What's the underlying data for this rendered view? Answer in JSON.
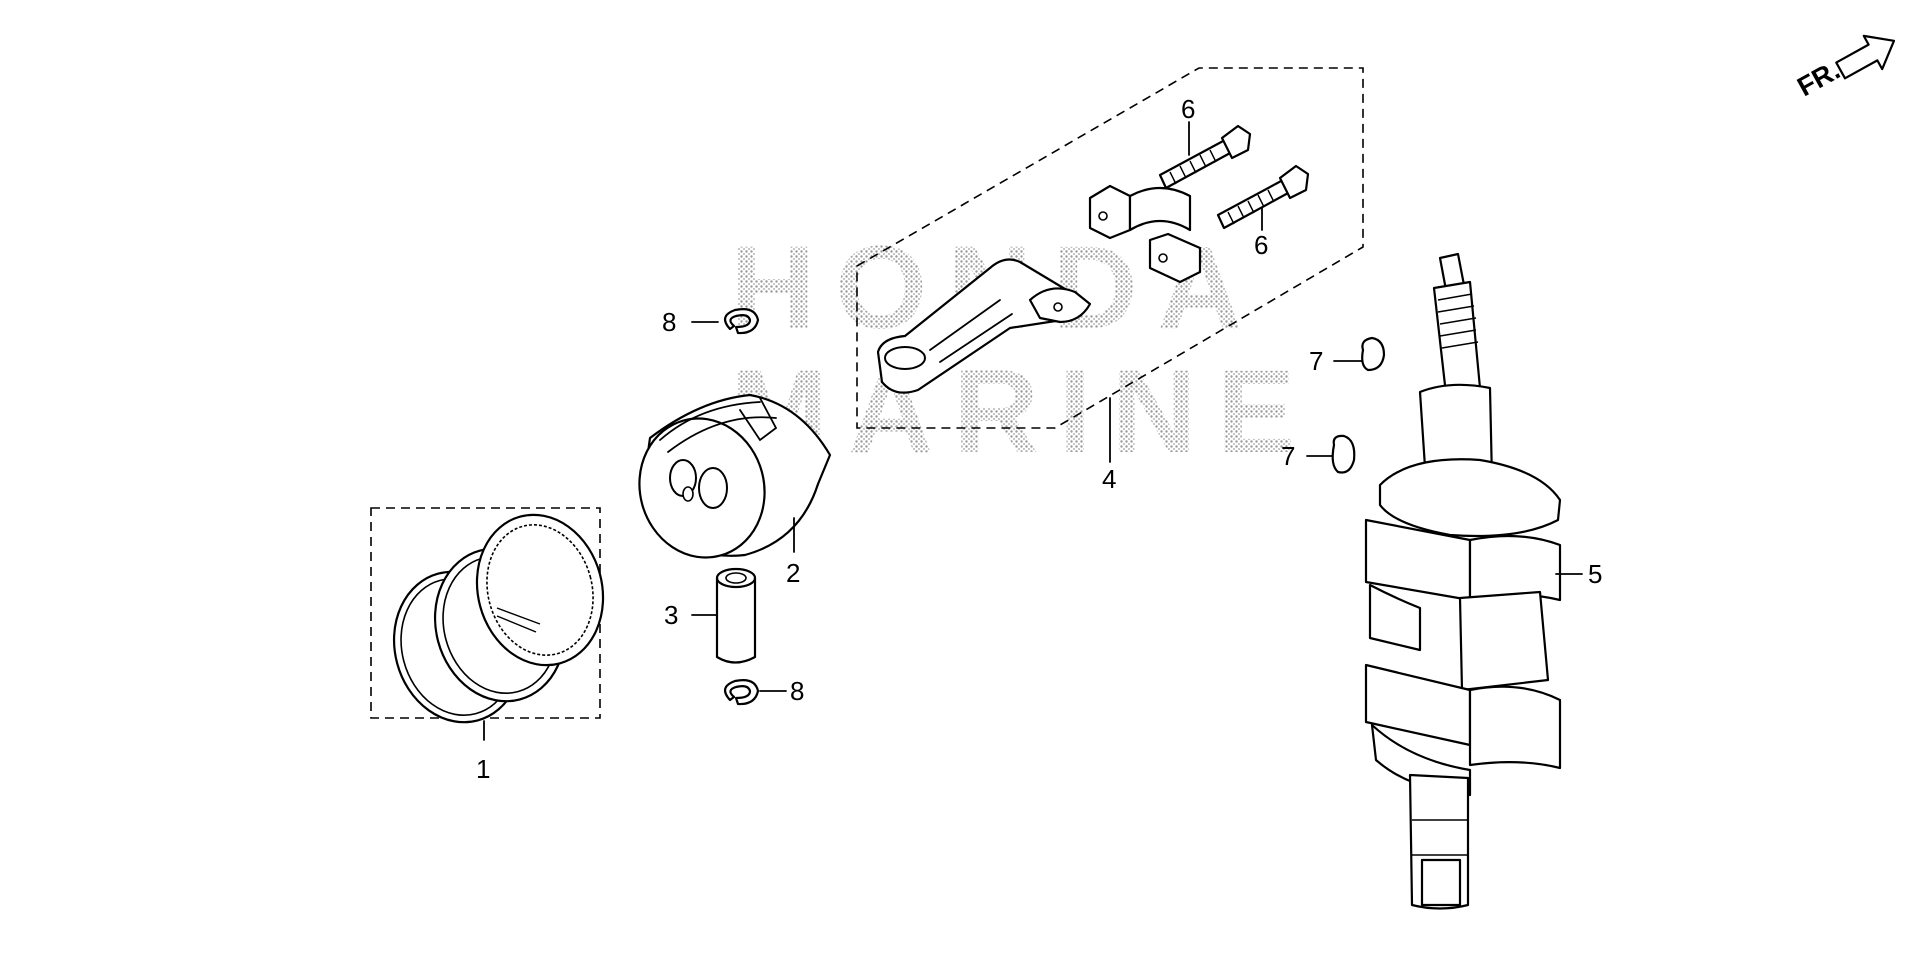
{
  "diagram": {
    "watermark_lines": [
      "HONDA",
      "MARINE"
    ],
    "direction_label": "FR.",
    "callouts": {
      "piston_ring_set": "1",
      "piston": "2",
      "piston_pin": "3",
      "connecting_rod_assembly": "4",
      "crankshaft": "5",
      "rod_bolt_upper": "6",
      "rod_bolt_lower": "6",
      "woodruff_key_upper": "7",
      "woodruff_key_lower": "7",
      "clip_upper": "8",
      "clip_lower": "8"
    }
  }
}
